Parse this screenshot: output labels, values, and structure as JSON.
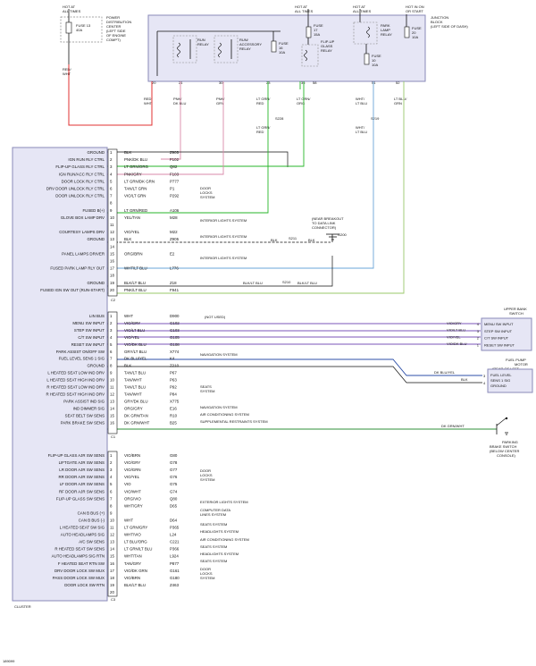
{
  "top": {
    "hot_at_all_times_1": [
      "HOT AT",
      "ALL TIMES"
    ],
    "hot_at_all_times_2": [
      "HOT AT",
      "ALL TIMES"
    ],
    "hot_at_all_times_3": [
      "HOT AT",
      "ALL TIMES"
    ],
    "hot_in_on_start": [
      "HOT IN ON",
      "OR START"
    ],
    "pdc_fuse": [
      "FUSE 13",
      "40A"
    ],
    "pdc_label": [
      "POWER",
      "DISTRIBUTION",
      "CENTER",
      "(LEFT SIDE",
      "OF ENGINE",
      "COMPT)"
    ],
    "junction_label": [
      "JUNCTION",
      "BLOCK",
      "(LEFT SIDE OF DASH)"
    ],
    "run_relay": [
      "RUN",
      "RELAY"
    ],
    "run_acc_relay": [
      "RUN/",
      "ACCESSORY",
      "RELAY"
    ],
    "fuse16": [
      "FUSE",
      "16",
      "10A"
    ],
    "fuse17": [
      "FUSE",
      "17",
      "15A"
    ],
    "flipup_relay": [
      "FLIP-UP",
      "GLASS",
      "RELAY"
    ],
    "park_lamp_relay": [
      "PARK",
      "LAMP",
      "RELAY"
    ],
    "fuse20": [
      "FUSE",
      "20",
      "10A"
    ],
    "fuse10": [
      "FUSE",
      "10",
      "10A"
    ],
    "pins": [
      "20",
      "21",
      "30",
      "23",
      "36",
      "58",
      "51",
      "52"
    ],
    "wires": [
      [
        "RED/",
        "WHT"
      ],
      [
        "RED/",
        "WHT"
      ],
      [
        "PNK/",
        "DK BLU"
      ],
      [
        "PNK/",
        "GRY"
      ],
      [
        "LT GRN/",
        "RED"
      ],
      [
        "LT GRN/",
        "ORG"
      ],
      [
        "WHT/",
        "LT BLU"
      ],
      [
        "LT BLU/",
        "GRN"
      ]
    ],
    "splices": [
      "S228",
      "S219"
    ],
    "below_splice": [
      [
        "LT GRN/",
        "RED"
      ],
      [
        "WHT/",
        "LT BLU"
      ]
    ]
  },
  "cluster": {
    "name": "CLUSTER",
    "c2": {
      "label": "C2",
      "pins": [
        {
          "n": "1",
          "name": "GROUND",
          "color": "BLK",
          "circuit": "Z905"
        },
        {
          "n": "2",
          "name": "IGN RUN RLY CTRL",
          "color": "PNK/DK BLU",
          "circuit": "F102"
        },
        {
          "n": "3",
          "name": "FLIP-UP GLASS RLY CTRL",
          "color": "LT GRN/ORG",
          "circuit": "Q82"
        },
        {
          "n": "4",
          "name": "IGN RUN/ACC RLY CTRL",
          "color": "PNK/GRY",
          "circuit": "F103"
        },
        {
          "n": "5",
          "name": "DOOR LOCK RLY CTRL",
          "color": "LT GRN/DK GRN",
          "circuit": "P777"
        },
        {
          "n": "6",
          "name": "DRV DOOR UNLOCK RLY CTRL",
          "color": "TAN/LT GRN",
          "circuit": "P1"
        },
        {
          "n": "7",
          "name": "DOOR UNLOCK RLY CTRL",
          "color": "VIO/LT GRN",
          "circuit": "P292"
        },
        {
          "n": "8",
          "name": "",
          "color": "",
          "circuit": ""
        },
        {
          "n": "9",
          "name": "FUSED B(+)",
          "color": "LT GRN/RED",
          "circuit": "A106"
        },
        {
          "n": "10",
          "name": "GLOVE BOX LAMP DRV",
          "color": "YEL/TAN",
          "circuit": "M28"
        },
        {
          "n": "11",
          "name": "",
          "color": "",
          "circuit": ""
        },
        {
          "n": "12",
          "name": "COURTESY LAMPS DRV",
          "color": "VIO/YEL",
          "circuit": "M22"
        },
        {
          "n": "13",
          "name": "GROUND",
          "color": "BLK",
          "circuit": "Z905"
        },
        {
          "n": "14",
          "name": "",
          "color": "",
          "circuit": ""
        },
        {
          "n": "15",
          "name": "PANEL LAMPS DRIVER",
          "color": "ORG/BRN",
          "circuit": "E2"
        },
        {
          "n": "16",
          "name": "",
          "color": "",
          "circuit": ""
        },
        {
          "n": "17",
          "name": "FUSED PARK LAMP RLY OUT",
          "color": "WHT/LT BLU",
          "circuit": "L776"
        },
        {
          "n": "18",
          "name": "",
          "color": "",
          "circuit": ""
        },
        {
          "n": "19",
          "name": "GROUND",
          "color": "BLK/LT BLU",
          "circuit": "Z18"
        },
        {
          "n": "20",
          "name": "FUSED IGN SW OUT (RUN-START)",
          "color": "PNK/LT BLU",
          "circuit": "F941"
        }
      ]
    },
    "c1": {
      "label": "C1",
      "pins": [
        {
          "n": "1",
          "name": "LIN BUS",
          "color": "WHT",
          "circuit": "D900"
        },
        {
          "n": "2",
          "name": "MENU SW INPUT",
          "color": "VIO/GRY",
          "circuit": "G102"
        },
        {
          "n": "3",
          "name": "STEP SW INPUT",
          "color": "VIO/LT BLU",
          "circuit": "G103"
        },
        {
          "n": "4",
          "name": "C/T SW INPUT",
          "color": "VIO/YEL",
          "circuit": "G105"
        },
        {
          "n": "5",
          "name": "RESET SW INPUT",
          "color": "VIO/DK BLU",
          "circuit": "G108"
        },
        {
          "n": "6",
          "name": "PARK ASSIST ON/OFF SW",
          "color": "GRY/LT BLU",
          "circuit": "X774"
        },
        {
          "n": "7",
          "name": "FUEL LEVEL SENS 1 SIG",
          "color": "DK BLU/YEL",
          "circuit": "K4"
        },
        {
          "n": "8",
          "name": "GROUND",
          "color": "BLK",
          "circuit": "Z210"
        },
        {
          "n": "9",
          "name": "L HEATED SEAT LOW IND DRV",
          "color": "TAN/LT BLU",
          "circuit": "P67"
        },
        {
          "n": "10",
          "name": "L HEATED SEAT HIGH IND DRV",
          "color": "TAN/WHT",
          "circuit": "P63"
        },
        {
          "n": "11",
          "name": "R HEATED SEAT LOW IND DRV",
          "color": "TAN/LT BLU",
          "circuit": "P92"
        },
        {
          "n": "12",
          "name": "R HEATED SEAT HIGH IND DRV",
          "color": "TAN/WHT",
          "circuit": "P84"
        },
        {
          "n": "13",
          "name": "PARK ASSIST IND SIG",
          "color": "GRY/DK BLU",
          "circuit": "X775"
        },
        {
          "n": "14",
          "name": "IND DIMMER SIG",
          "color": "ORG/GRY",
          "circuit": "E16"
        },
        {
          "n": "15",
          "name": "SEAT BELT SW SENS",
          "color": "DK GRN/TAN",
          "circuit": "R10"
        },
        {
          "n": "16",
          "name": "PARK BRAKE SW SENS",
          "color": "DK GRN/WHT",
          "circuit": "B25"
        }
      ]
    },
    "c3": {
      "label": "C3",
      "pins": [
        {
          "n": "1",
          "name": "FLIP-UP GLASS AJR SW SENS",
          "color": "VIO/BRN",
          "circuit": "G80"
        },
        {
          "n": "2",
          "name": "LIFTGATE AJR SW SENS",
          "color": "VIO/GRY",
          "circuit": "G78"
        },
        {
          "n": "3",
          "name": "LR DOOR AJR SW SENS",
          "color": "VIO/GRN",
          "circuit": "G77"
        },
        {
          "n": "4",
          "name": "RR DOOR AJR SW SENS",
          "color": "VIO/YEL",
          "circuit": "G76"
        },
        {
          "n": "5",
          "name": "LF DOOR AJR SW SENS",
          "color": "VIO",
          "circuit": "G75"
        },
        {
          "n": "6",
          "name": "RF DOOR AJR SW SENS",
          "color": "VIO/WHT",
          "circuit": "G74"
        },
        {
          "n": "7",
          "name": "FLIP-UP GLASS SW SENS",
          "color": "ORG/VIO",
          "circuit": "Q80"
        },
        {
          "n": "8",
          "name": "",
          "color": "WHT/GRY",
          "circuit": "D65"
        },
        {
          "n": "9",
          "name": "CAN B BUS (+)",
          "color": "",
          "circuit": ""
        },
        {
          "n": "10",
          "name": "CAN B BUS (-)",
          "color": "WHT",
          "circuit": "D64"
        },
        {
          "n": "11",
          "name": "L HEATED SEAT SW SIG",
          "color": "LT GRN/GRY",
          "circuit": "P365"
        },
        {
          "n": "12",
          "name": "AUTO HEADLAMPS SIG",
          "color": "WHT/VIO",
          "circuit": "L24"
        },
        {
          "n": "13",
          "name": "A/C SW SENS",
          "color": "LT BLU/ORG",
          "circuit": "C221"
        },
        {
          "n": "14",
          "name": "R HEATED SEAT SW SENS",
          "color": "LT GRN/LT BLU",
          "circuit": "P366"
        },
        {
          "n": "15",
          "name": "AUTO HEADLAMPS SIG RTN",
          "color": "WHT/TAN",
          "circuit": "L924"
        },
        {
          "n": "16",
          "name": "F HEATED SEAT RTN SW",
          "color": "TAN/GRY",
          "circuit": "P877"
        },
        {
          "n": "17",
          "name": "DRV DOOR LOCK SW MUX",
          "color": "VIO/DK GRN",
          "circuit": "G161"
        },
        {
          "n": "18",
          "name": "PASS DOOR LOCK SW MUX",
          "color": "VIO/BRN",
          "circuit": "G180"
        },
        {
          "n": "19",
          "name": "DOOR LOCK SW RTN",
          "color": "BLK/LT BLU",
          "circuit": "Z463"
        },
        {
          "n": "20",
          "name": "",
          "color": "",
          "circuit": ""
        }
      ]
    }
  },
  "systems": {
    "door_locks": [
      "DOOR",
      "LOCKS",
      "SYSTEM"
    ],
    "interior_lights_1": "INTERIOR LIGHTS SYSTEM",
    "interior_lights_2": "INTERIOR LIGHTS SYSTEM",
    "interior_lights_3": "INTERIOR LIGHTS SYSTEM",
    "not_used": "(NOT USED)",
    "navigation_1": "NAVIGATION SYSTEM",
    "seats_1": [
      "SEATS",
      "SYSTEM"
    ],
    "navigation_2": "NAVIGATION SYSTEM",
    "ac_1": "AIR CONDITIONING SYSTEM",
    "srs": "SUPPLEMENTAL RESTRAINTS SYSTEM",
    "door_locks_2": [
      "DOOR",
      "LOCKS",
      "SYSTEM"
    ],
    "exterior_lights": "EXTERIOR LIGHTS SYSTEM",
    "computer_data": [
      "COMPUTER DATA",
      "LINES SYSTEM"
    ],
    "seats_2": "SEATS SYSTEM",
    "headlights_1": "HEADLIGHTS SYSTEM",
    "ac_2": "AIR CONDITIONING SYSTEM",
    "seats_3": "SEATS SYSTEM",
    "headlights_2": "HEADLIGHTS SYSTEM",
    "seats_4": "SEATS SYSTEM",
    "door_locks_3": [
      "DOOR",
      "LOCKS",
      "SYSTEM"
    ]
  },
  "ground_area": {
    "near_breakout": [
      "(NEAR BREAKOUT",
      "TO DATA LINK",
      "CONNECTOR)"
    ],
    "g200": "G200",
    "s211": "S211",
    "s210": "S210",
    "blk1": "BLK",
    "blk2": "BLK",
    "blk_lt_blu_1": "BLK/LT BLU",
    "blk_lt_blu_2": "BLK/LT BLU"
  },
  "right": {
    "upper_bank": [
      "UPPER BANK",
      "SWITCH"
    ],
    "upper_bank_pins": [
      {
        "n": "4",
        "name": "MENU SW INPUT",
        "color": "VIO/GRY"
      },
      {
        "n": "3",
        "name": "STEP SW INPUT",
        "color": "VIO/LT BLU"
      },
      {
        "n": "2",
        "name": "C/T SW INPUT",
        "color": "VIO/YEL"
      },
      {
        "n": "1",
        "name": "RESET SW INPUT",
        "color": "VIO/DK BLU"
      }
    ],
    "fuel_pump": [
      "FUEL PUMP",
      "MOTOR",
      "(REAR OF LEFT",
      "REAR DOOR)"
    ],
    "fuel_pins": [
      {
        "n": "3",
        "name": "FUEL LEVEL",
        "color": "DK BLU/YEL"
      },
      {
        "n": "",
        "name": "SENS 1 SIG",
        "color": ""
      },
      {
        "n": "4",
        "name": "GROUND",
        "color": "BLK"
      }
    ],
    "parking_brake": [
      "PARKING",
      "BRAKE SWITCH",
      "(BELOW CENTER",
      "CONSOLE)"
    ],
    "parking_brake_wire": "DK GRN/WHT"
  },
  "footer": {
    "figure_id": "189099"
  }
}
